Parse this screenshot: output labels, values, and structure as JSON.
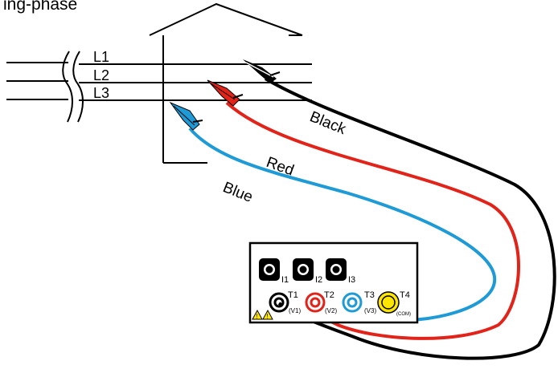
{
  "header_text": "ing-phase",
  "lines": {
    "l1": "L1",
    "l2": "L2",
    "l3": "L3"
  },
  "wires": {
    "black": "Black",
    "red": "Red",
    "blue": "Blue"
  },
  "instrument": {
    "current_inputs": [
      "I1",
      "I2",
      "I3"
    ],
    "terminals": [
      {
        "label": "T1",
        "sub": "(V1)",
        "color": "#000000"
      },
      {
        "label": "T2",
        "sub": "(V2)",
        "color": "#e2231a"
      },
      {
        "label": "T3",
        "sub": "(V3)",
        "color": "#1e9ad6"
      },
      {
        "label": "T4",
        "sub": "(COM)",
        "color": "#ffe600"
      }
    ]
  },
  "colors": {
    "black_wire": "#000000",
    "red_wire": "#e2231a",
    "blue_wire": "#1e9ad6",
    "yellow": "#ffe600"
  }
}
